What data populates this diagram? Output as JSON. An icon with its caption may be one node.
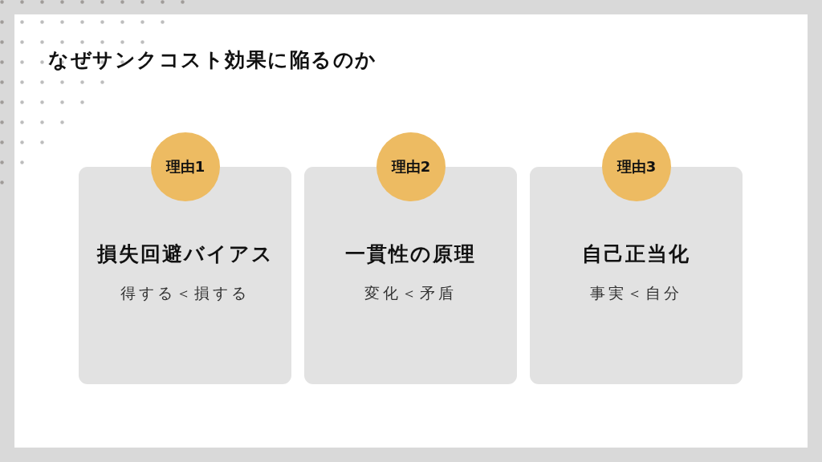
{
  "diagram": {
    "title": "なぜサンクコスト効果に陥るのか",
    "nodes": [
      {
        "text": [
          "理由1"
        ]
      },
      {
        "text": [
          "損失回避バイアス",
          "得する＜損する"
        ]
      },
      {
        "text": [
          "理由2"
        ]
      },
      {
        "text": [
          "一貫性の原理",
          "変化＜矛盾"
        ]
      },
      {
        "text": [
          "理由3"
        ]
      },
      {
        "text": [
          "自己正当化",
          "事実＜自分"
        ]
      }
    ]
  }
}
